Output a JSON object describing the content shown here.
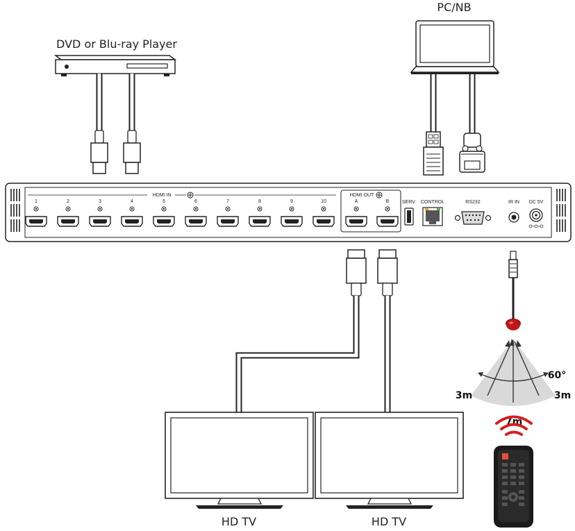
{
  "labels": {
    "dvd": "DVD or Blu-ray Player",
    "pc": "PC/NB",
    "tv_left": "HD TV",
    "tv_right": "HD TV"
  },
  "panel": {
    "hdmi_in_label": "HDMI IN",
    "hdmi_out_label": "HDMI OUT",
    "inputs": [
      "1",
      "2",
      "3",
      "4",
      "5",
      "6",
      "7",
      "8",
      "9",
      "10"
    ],
    "outputs": [
      "A",
      "B"
    ],
    "serv": "SERV.",
    "control": "CONTROL",
    "rs232": "RS232",
    "ir_in": "IR IN",
    "dc": "DC 5V"
  },
  "ir": {
    "angle": "60°",
    "left_range": "3m",
    "center_range": "7m",
    "right_range": "3m"
  },
  "colors": {
    "ir_red": "#c0171b",
    "cable": "#333333",
    "ir_fan": "#d9d9d9"
  }
}
